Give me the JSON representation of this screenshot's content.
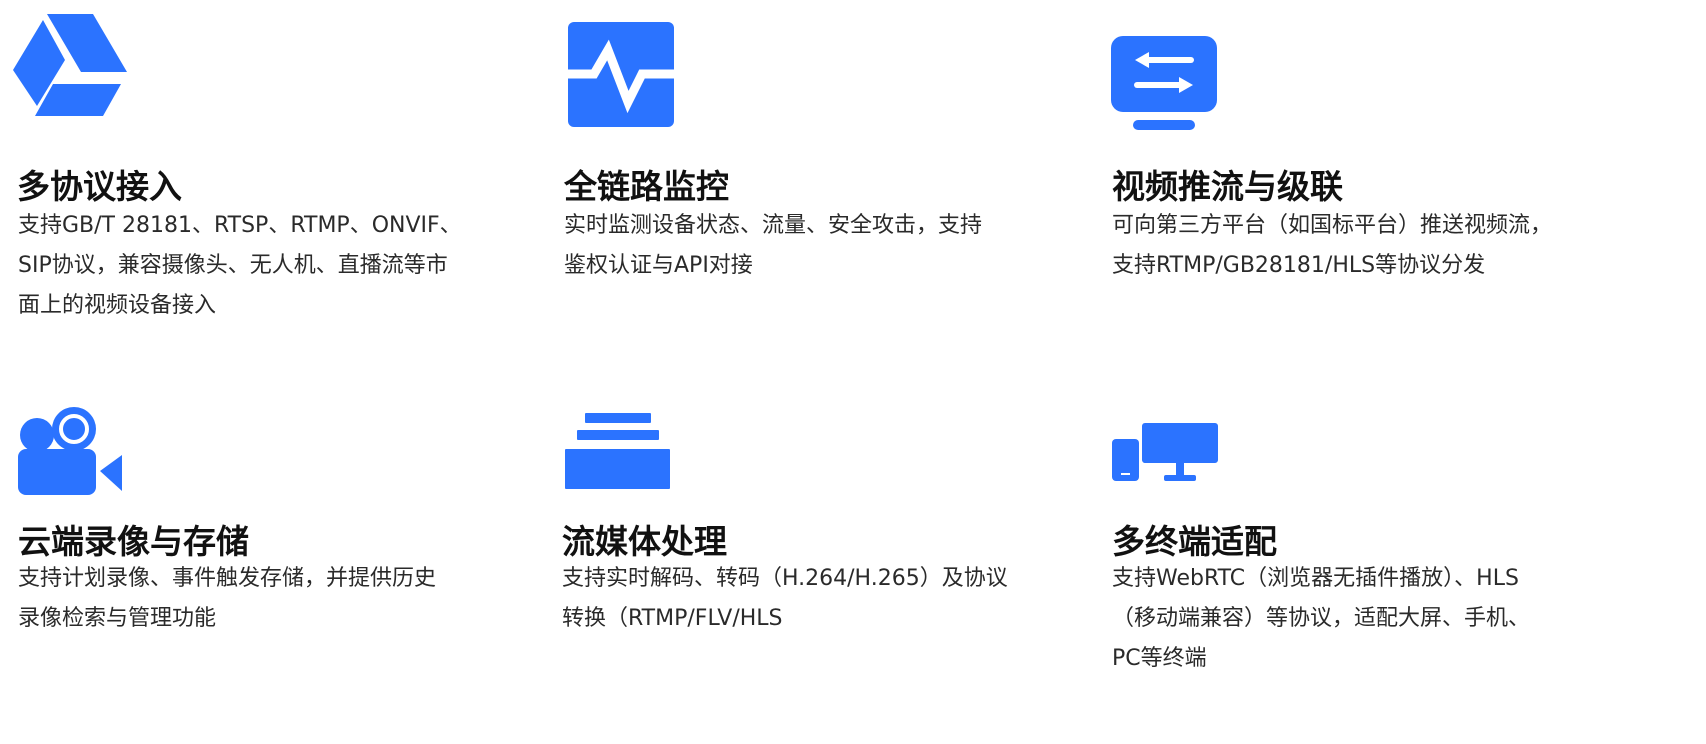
{
  "accent_color": "#2B73FF",
  "features": [
    {
      "icon": "triangle-drive-icon",
      "title": "多协议接入",
      "lines": [
        "支持GB/T 28181、RTSP、RTMP、ONVIF、",
        "SIP协议，兼容摄像头、无人机、直播流等市",
        "面上的视频设备接入"
      ]
    },
    {
      "icon": "pulse-monitor-icon",
      "title": "全链路监控",
      "lines": [
        "实时监测设备状态、流量、安全攻击，支持",
        "鉴权认证与API对接"
      ]
    },
    {
      "icon": "screen-transfer-icon",
      "title": "视频推流与级联",
      "lines": [
        "可向第三方平台（如国标平台）推送视频流，",
        "支持RTMP/GB28181/HLS等协议分发"
      ]
    },
    {
      "icon": "video-camera-icon",
      "title": "云端录像与存储",
      "lines": [
        "支持计划录像、事件触发存储，并提供历史",
        "录像检索与管理功能"
      ]
    },
    {
      "icon": "layers-stack-icon",
      "title": "流媒体处理",
      "lines": [
        "支持实时解码、转码（H.264/H.265）及协议",
        "转换（RTMP/FLV/HLS"
      ]
    },
    {
      "icon": "multi-device-icon",
      "title": "多终端适配",
      "lines": [
        "支持WebRTC（浏览器无插件播放）、HLS",
        "（移动端兼容）等协议，适配大屏、手机、",
        "PC等终端"
      ]
    }
  ]
}
